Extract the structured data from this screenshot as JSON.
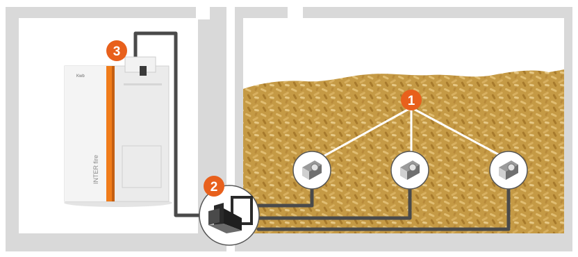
{
  "badges": [
    {
      "label": "1"
    },
    {
      "label": "2"
    },
    {
      "label": "3"
    }
  ],
  "boiler": {
    "brand_text": "INTER fire",
    "logo_text": "Kwb"
  },
  "colors": {
    "wall": "#d9d9d9",
    "badge": "#e8601c",
    "pipe": "#4a4a4a",
    "boiler_body": "#ececec",
    "boiler_stripe": "#f07c1a",
    "pellet": "#c9a04a"
  },
  "icons": {
    "suction_probe": "suction-probe-icon",
    "switching_unit": "switching-unit-icon",
    "vacuum_unit": "vacuum-unit-icon"
  }
}
